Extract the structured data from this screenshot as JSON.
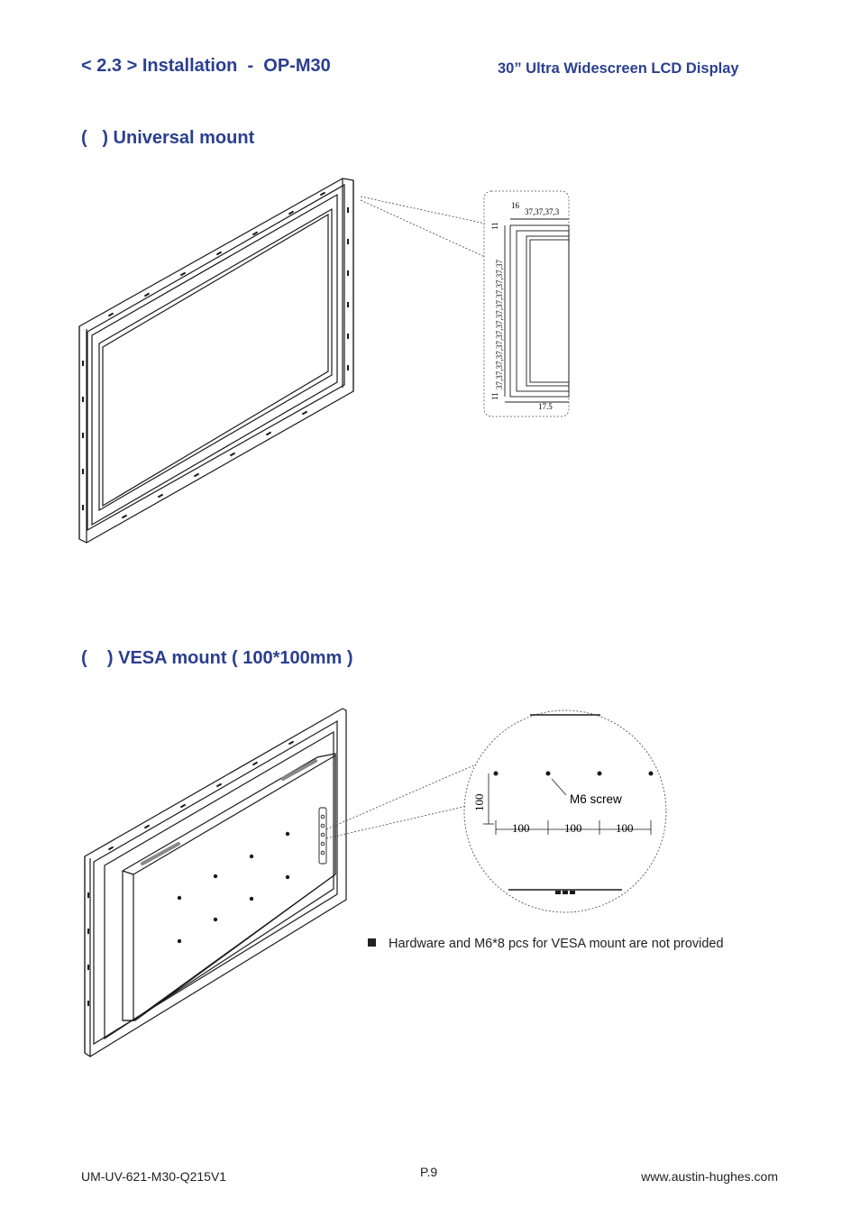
{
  "header": {
    "section_title": "< 2.3 > Installation  -  OP-M30",
    "product_subtitle": "30” Ultra Widescreen LCD Display"
  },
  "universal": {
    "heading": "(   ) Universal mount",
    "detail": {
      "top_left_dim": "16",
      "top_pitch": "37,37,37,3",
      "side_top_dim": "11",
      "side_pitch": "37,37,37,37,37,37,37,37,37,37,37,37,37",
      "side_bottom_dim": "11",
      "bottom_dim": "17.5"
    }
  },
  "vesa": {
    "heading": "(    ) VESA mount ( 100*100mm )",
    "detail": {
      "vertical_dim": "100",
      "horizontal_dims": [
        "100",
        "100",
        "100"
      ],
      "screw_label": "M6 screw"
    },
    "note": "Hardware and M6*8 pcs for VESA mount are not provided"
  },
  "footer": {
    "doc_code": "UM-UV-621-M30-Q215V1",
    "page": "P.9",
    "website": "www.austin-hughes.com"
  },
  "colors": {
    "heading": "#2b3f8f",
    "body_text": "#222222",
    "line_art": "#1a1a1a"
  }
}
